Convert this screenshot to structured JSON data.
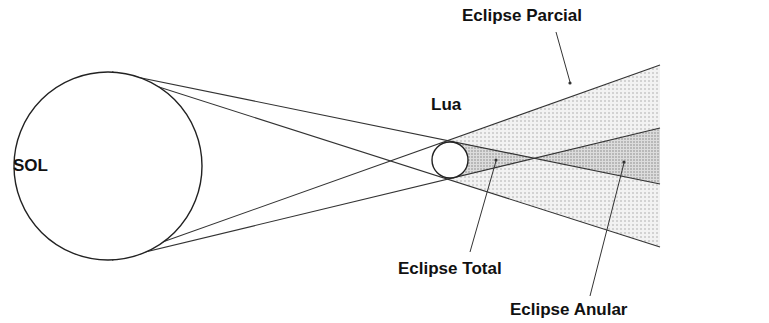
{
  "diagram": {
    "nodes": [
      {
        "text": [
          "SOL"
        ]
      },
      {
        "text": [
          "Lua"
        ]
      }
    ],
    "labels": [
      "Eclipse Parcial",
      "Eclipse Total",
      "Eclipse Anular"
    ]
  }
}
